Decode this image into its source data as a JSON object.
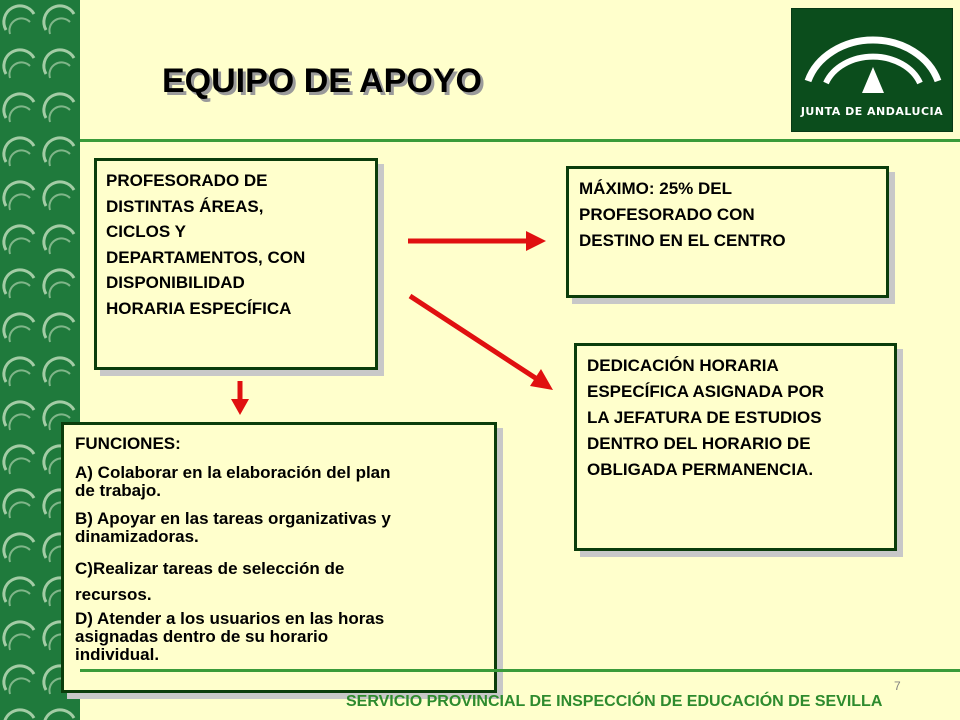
{
  "slide": {
    "title": "EQUIPO DE APOYO",
    "logo_text": "JUNTA DE ANDALUCIA",
    "box_profesorado": {
      "lines": [
        "PROFESORADO DE",
        "DISTINTAS ÁREAS,",
        "CICLOS Y",
        "DEPARTAMENTOS, CON",
        "DISPONIBILIDAD",
        "HORARIA ESPECÍFICA"
      ]
    },
    "box_maximo": {
      "lines": [
        "MÁXIMO: 25% DEL",
        "PROFESORADO CON",
        "DESTINO EN EL CENTRO"
      ]
    },
    "box_dedicacion": {
      "lines": [
        "DEDICACIÓN HORARIA",
        "ESPECÍFICA ASIGNADA POR",
        "LA JEFATURA DE ESTUDIOS",
        "DENTRO DEL HORARIO DE",
        "OBLIGADA PERMANENCIA."
      ]
    },
    "box_funciones": {
      "title": "FUNCIONES:",
      "items": [
        {
          "lines": [
            "A) Colaborar en la elaboración del plan",
            "de trabajo."
          ]
        },
        {
          "lines": [
            "B) Apoyar en las tareas organizativas y",
            "dinamizadoras."
          ]
        },
        {
          "lines": [
            "C)Realizar tareas de selección de",
            "recursos."
          ]
        },
        {
          "lines": [
            "D) Atender a los usuarios en las horas",
            "asignadas dentro de su horario",
            "individual."
          ]
        }
      ]
    },
    "footer": "SERVICIO PROVINCIAL DE INSPECCIÓN DE  EDUCACIÓN DE SEVILLA",
    "page_number": "7"
  },
  "colors": {
    "background": "#ffffcc",
    "band_green": "#1f7a3c",
    "logo_green": "#0b4d1c",
    "box_border": "#0b3d0b",
    "arrow_red": "#e01010",
    "footer_green": "#2e8b2e"
  },
  "icons": [
    "logo-arch-icon",
    "arrow-right-icon",
    "arrow-diagonal-icon",
    "arrow-down-icon"
  ]
}
